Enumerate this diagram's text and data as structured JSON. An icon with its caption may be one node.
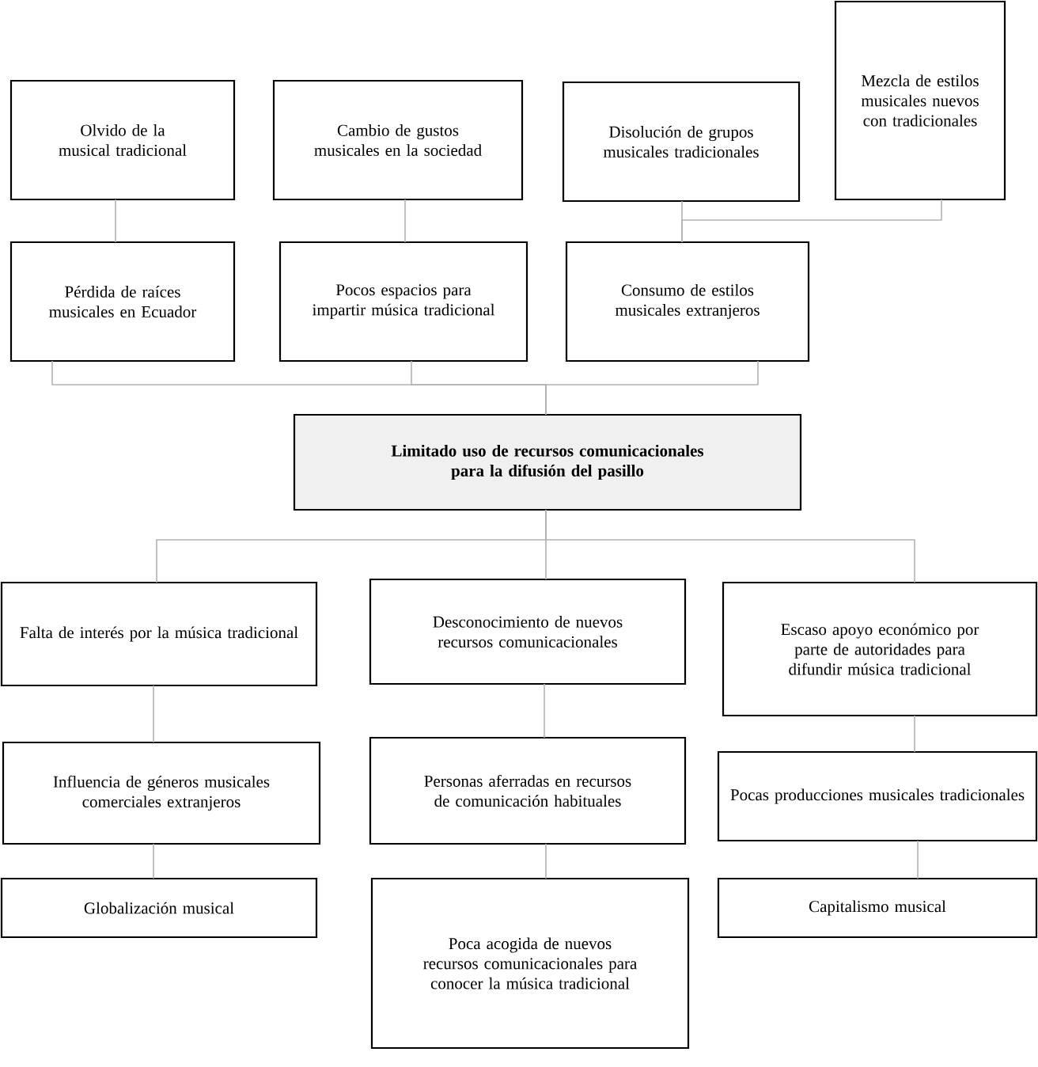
{
  "diagram": {
    "nodes": [
      {
        "text": [
          "Olvido de la musical tradicional"
        ]
      },
      {
        "text": [
          "Cambio de gustos musicales en la sociedad"
        ]
      },
      {
        "text": [
          "Disolución de grupos musicales tradicionales"
        ]
      },
      {
        "text": [
          "Mezcla de estilos musicales nuevos con tradicionales"
        ]
      },
      {
        "text": [
          "Pérdida de raíces musicales en Ecuador"
        ]
      },
      {
        "text": [
          "Pocos espacios para impartir música tradicional"
        ]
      },
      {
        "text": [
          "Consumo de estilos musicales extranjeros"
        ]
      },
      {
        "text": [
          "Limitado uso de recursos comunicacionales para la difusión del pasillo"
        ]
      },
      {
        "text": [
          "Falta de interés por la música tradicional"
        ]
      },
      {
        "text": [
          "Desconocimiento de nuevos recursos comunicacionales"
        ]
      },
      {
        "text": [
          "Escaso apoyo económico por parte de autoridades para difundir música tradicional"
        ]
      },
      {
        "text": [
          "Influencia de géneros musicales comerciales extranjeros"
        ]
      },
      {
        "text": [
          "Personas aferradas en recursos de comunicación habituales"
        ]
      },
      {
        "text": [
          "Pocas producciones musicales tradicionales"
        ]
      },
      {
        "text": [
          "Globalización musical"
        ]
      },
      {
        "text": [
          "Poca acogida de nuevos recursos comunicacionales para conocer la música tradicional"
        ]
      },
      {
        "text": [
          "Capitalismo musical"
        ]
      }
    ],
    "edges": [
      {
        "from": 0,
        "to": 4,
        "arrow": "none"
      },
      {
        "from": 1,
        "to": 5,
        "arrow": "none"
      },
      {
        "from": 2,
        "to": 6,
        "arrow": "none"
      },
      {
        "from": 3,
        "to": 6,
        "arrow": "none"
      },
      {
        "from": 4,
        "to": 7,
        "arrow": "none"
      },
      {
        "from": 5,
        "to": 7,
        "arrow": "none"
      },
      {
        "from": 6,
        "to": 7,
        "arrow": "none"
      },
      {
        "from": 7,
        "to": 8,
        "arrow": "none"
      },
      {
        "from": 7,
        "to": 9,
        "arrow": "none"
      },
      {
        "from": 7,
        "to": 10,
        "arrow": "none"
      },
      {
        "from": 8,
        "to": 11,
        "arrow": "none"
      },
      {
        "from": 11,
        "to": 14,
        "arrow": "none"
      },
      {
        "from": 9,
        "to": 12,
        "arrow": "none"
      },
      {
        "from": 12,
        "to": 15,
        "arrow": "none"
      },
      {
        "from": 10,
        "to": 13,
        "arrow": "none"
      },
      {
        "from": 13,
        "to": 16,
        "arrow": "none"
      }
    ]
  }
}
